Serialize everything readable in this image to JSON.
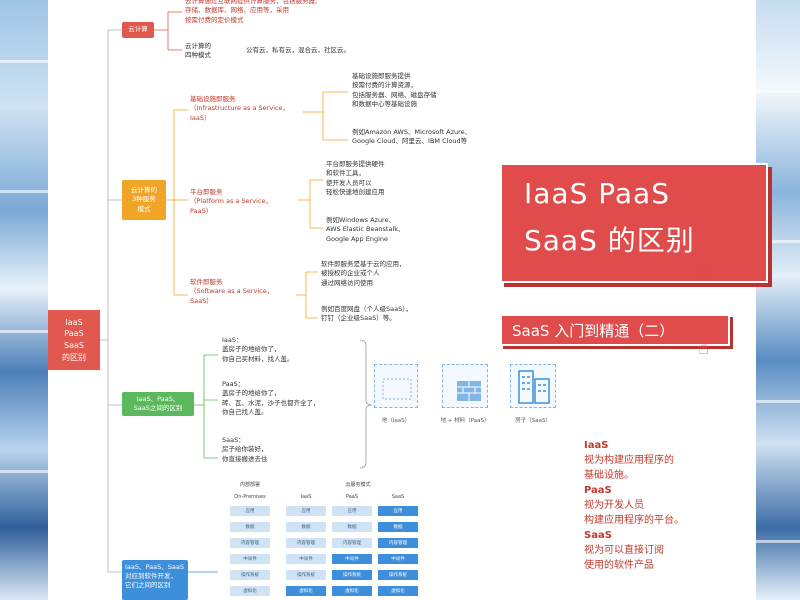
{
  "root": {
    "label": "IaaS\nPaaS\nSaaS\n的区别"
  },
  "cloud": {
    "label": "云计算",
    "desc": "云计算通过互联网提供计算服务，包括服务器、\n存储、数据库、网络、应用等，采用\n按需付费的定价模式",
    "models_label": "云计算的\n四种模式",
    "models": "公有云，私有云，混合云，社区云。"
  },
  "services": {
    "label": "云计算的\n3种服务\n模式",
    "iaas": {
      "title": "基础设施即服务\n（Infrastructure as a Service，\nIaaS）",
      "desc1": "基础设施即服务提供\n按需付费的计算资源，\n包括服务器、网络、磁盘存储\n和数据中心等基础设施",
      "desc2": "例如Amazon AWS、Microsoft Azure、\nGoogle Cloud、阿里云、IBM Cloud等"
    },
    "paas": {
      "title": "平台即服务\n（Platform as a Service，\nPaaS）",
      "desc1": "平台即服务提供硬件\n和软件工具，\n使开发人员可以\n轻松快速地创建应用",
      "desc2": "例如Windows Azure、\nAWS Elastic Beanstalk、\nGoogle App Engine"
    },
    "saas": {
      "title": "软件即服务\n（Software as a Service，\nSaaS）",
      "desc1": "软件即服务是基于云的应用，\n被授权的企业或个人\n通过网络访问使用",
      "desc2": "例如百度网盘（个人级SaaS），\n钉钉（企业级SaaS）等。"
    }
  },
  "analogy": {
    "label": "IaaS、PaaS、\nSaaS之间的区别",
    "iaas": "IaaS：\n盖房子的地给你了，\n你自己买材料，找人盖。",
    "paas": "PaaS：\n盖房子的地给你了，\n砖、瓦、水泥，沙子也都齐全了，\n你自己找人盖。",
    "saas": "SaaS：\n房子给你装好，\n你直接搬进去住",
    "icons": [
      {
        "name": "plot-icon",
        "caption": "地（IaaS）"
      },
      {
        "name": "bricks-icon",
        "caption": "地 + 材料（PaaS）"
      },
      {
        "name": "building-icon",
        "caption": "房子（SaaS）"
      }
    ]
  },
  "stack": {
    "label": "IaaS、PaaS、SaaS\n对应到软件开发，\n它们之间的区别",
    "group_left": "内部部署",
    "group_right": "云服务模式",
    "columns": [
      "On-Premises",
      "IaaS",
      "PaaS",
      "SaaS"
    ],
    "rows": [
      "应用",
      "数据",
      "内容管理",
      "中间件",
      "操作系统",
      "虚拟化"
    ]
  },
  "banner": {
    "line1": "IaaS PaaS",
    "line2": "SaaS 的区别",
    "subtitle": "SaaS 入门到精通（二）"
  },
  "summary": {
    "iaas_h": "IaaS",
    "iaas_b": "视为构建应用程序的\n基础设施。",
    "paas_h": "PaaS",
    "paas_b": "视为开发人员\n构建应用程序的平台。",
    "saas_h": "SaaS",
    "saas_b": "视为可以直接订阅\n使用的软件产品"
  },
  "colors": {
    "red": "#e04b4b",
    "orange": "#f0a526",
    "green": "#5cb85c",
    "blue": "#3d8fdb"
  }
}
